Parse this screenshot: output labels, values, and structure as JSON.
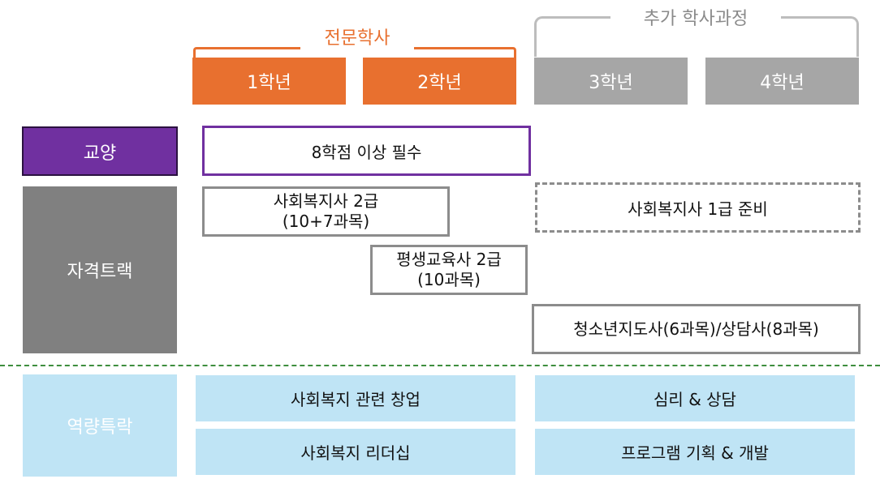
{
  "groups": {
    "professional": "전문학사",
    "additional": "추가 학사과정"
  },
  "years": {
    "y1": "1학년",
    "y2": "2학년",
    "y3": "3학년",
    "y4": "4학년"
  },
  "categories": {
    "general": "교양",
    "certification": "자격트랙",
    "competency": "역량특락"
  },
  "general_box": "8학점 이상 필수",
  "cert": {
    "social_worker_2_line1": "사회복지사 2급",
    "social_worker_2_line2": "(10+7과목)",
    "lifelong_educator_line1": "평생교육사 2급",
    "lifelong_educator_line2": "(10과목)",
    "social_worker_1": "사회복지사 1급 준비",
    "youth_counselor": "청소년지도사(6과목)/상담사(8과목)"
  },
  "competency": {
    "startup": "사회복지 관련 창업",
    "leadership": "사회복지 리더십",
    "psychology": "심리 & 상담",
    "program": "프로그램 기획 & 개발"
  },
  "colors": {
    "orange": "#E8702F",
    "gray_header": "#A6A6A6",
    "purple": "#7030A0",
    "dark_gray": "#808080",
    "light_blue": "#BFE4F5",
    "separator_green": "#3E8E3E"
  }
}
